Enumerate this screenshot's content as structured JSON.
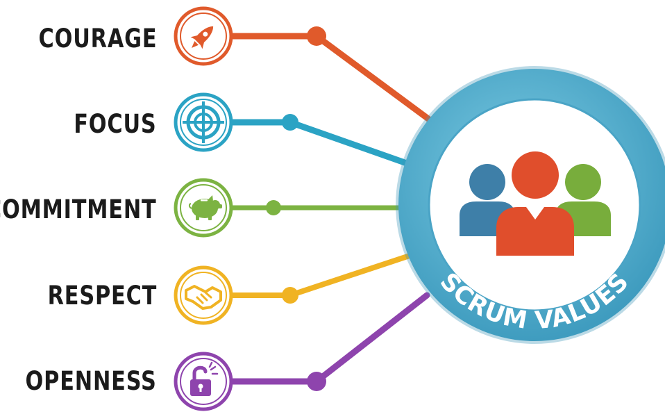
{
  "hub": {
    "label": "SCRUM VALUES",
    "icon": "team-icon",
    "ring_color": "#5BB5D2",
    "people_colors": [
      "#3E7FA8",
      "#E04E2C",
      "#78AD3C"
    ]
  },
  "values": [
    {
      "label": "COURAGE",
      "icon": "rocket-icon",
      "color": "#E05A2B"
    },
    {
      "label": "FOCUS",
      "icon": "target-icon",
      "color": "#2BA3C4"
    },
    {
      "label": "COMMITMENT",
      "icon": "piggy-bank-icon",
      "color": "#7CB342"
    },
    {
      "label": "RESPECT",
      "icon": "handshake-icon",
      "color": "#F0B323"
    },
    {
      "label": "OPENNESS",
      "icon": "unlock-icon",
      "color": "#8E44AD"
    }
  ]
}
